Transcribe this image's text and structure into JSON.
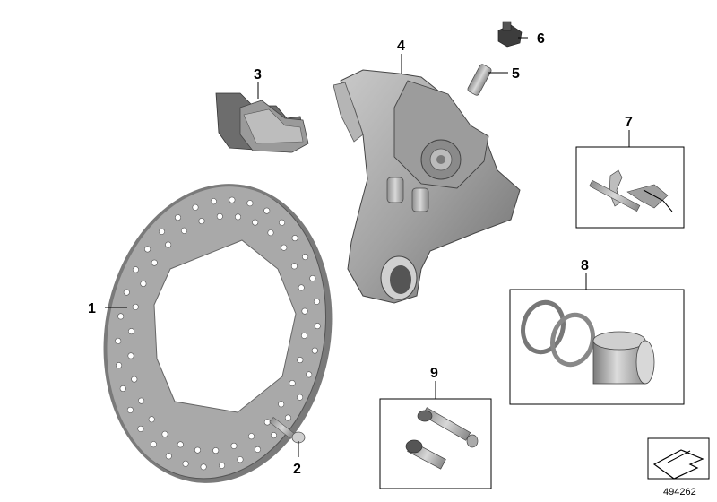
{
  "diagram": {
    "callouts": [
      {
        "id": "1",
        "label": "1"
      },
      {
        "id": "2",
        "label": "2"
      },
      {
        "id": "3",
        "label": "3"
      },
      {
        "id": "4",
        "label": "4"
      },
      {
        "id": "5",
        "label": "5"
      },
      {
        "id": "6",
        "label": "6"
      },
      {
        "id": "7",
        "label": "7"
      },
      {
        "id": "8",
        "label": "8"
      },
      {
        "id": "9",
        "label": "9"
      }
    ],
    "document_number": "494262",
    "navigation_icon": "arrow-icon"
  }
}
